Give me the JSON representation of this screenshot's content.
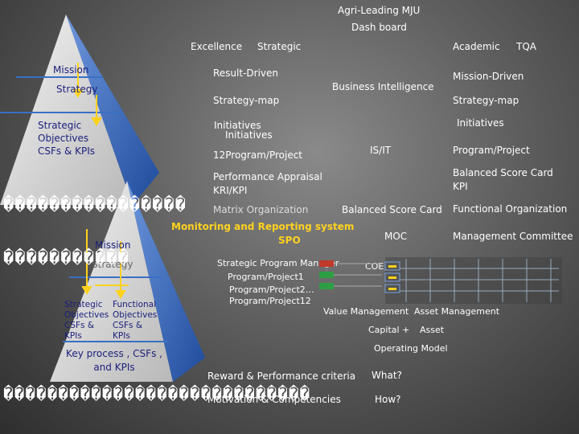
{
  "header": {
    "title": "Agri-Leading MJU",
    "subtitle": "Dash board"
  },
  "columns": {
    "excellence": "Excellence",
    "strategic": "Strategic",
    "academic": "Academic",
    "tqa": "TQA"
  },
  "pyramid_top": {
    "mission": "Mission",
    "strategy": "Strategy",
    "strategic_objectives": "Strategic Objectives CSFs & KPIs"
  },
  "pyramid_bottom": {
    "mission": "Mission",
    "strategy": "Strategy",
    "left_box": "Strategic Objectives CSFs & KPIs",
    "right_box": "Functional Objectives CSFs & KPIs",
    "key_process": "Key process , CSFs , and KPIs"
  },
  "middle": {
    "result_driven": "Result-Driven",
    "strategy_map": "Strategy-map",
    "initiatives_1": "Initiatives",
    "initiatives_2": "Initiatives",
    "program_project": "12Program/Project",
    "performance_appraisal": "Performance Appraisal",
    "kri_kpi": "KRI/KPI",
    "matrix_org": "Matrix Organization",
    "monitoring": "Monitoring and Reporting system",
    "spo": "SPO",
    "spm": "Strategic Program Manager",
    "project1": "Program/Project1",
    "project2": "Program/Project2…",
    "project12": "Program/Project12",
    "reward": "Reward & Performance criteria",
    "motivation": "Motivation & Competencies"
  },
  "center": {
    "business_intelligence": "Business Intelligence",
    "is_it": "IS/IT",
    "balanced_scorecard": "Balanced Score Card",
    "moc": "MOC",
    "coe": "COE",
    "value_management": "Value Management",
    "capital": "Capital +",
    "operating_model": "Operating Model",
    "what": "What?",
    "how": "How?"
  },
  "right": {
    "mission_driven": "Mission-Driven",
    "strategy_map": "Strategy-map",
    "initiatives": "Initiatives",
    "program_project": "Program/Project",
    "bsc_kpi_1": "Balanced Score Card",
    "bsc_kpi_2": "KPI",
    "functional_org": "Functional Organization",
    "management_committee": "Management Committee",
    "asset_management": "Asset Management",
    "asset": "Asset"
  },
  "garbled": {
    "row1": "����������������",
    "row2": "�����������",
    "row3": "����������������������������"
  },
  "colors": {
    "accent_yellow": "#ffd21e",
    "pyramid_blue": "#3a6fc4",
    "coe_red": "#c0392b",
    "coe_green": "#2e9e44"
  }
}
